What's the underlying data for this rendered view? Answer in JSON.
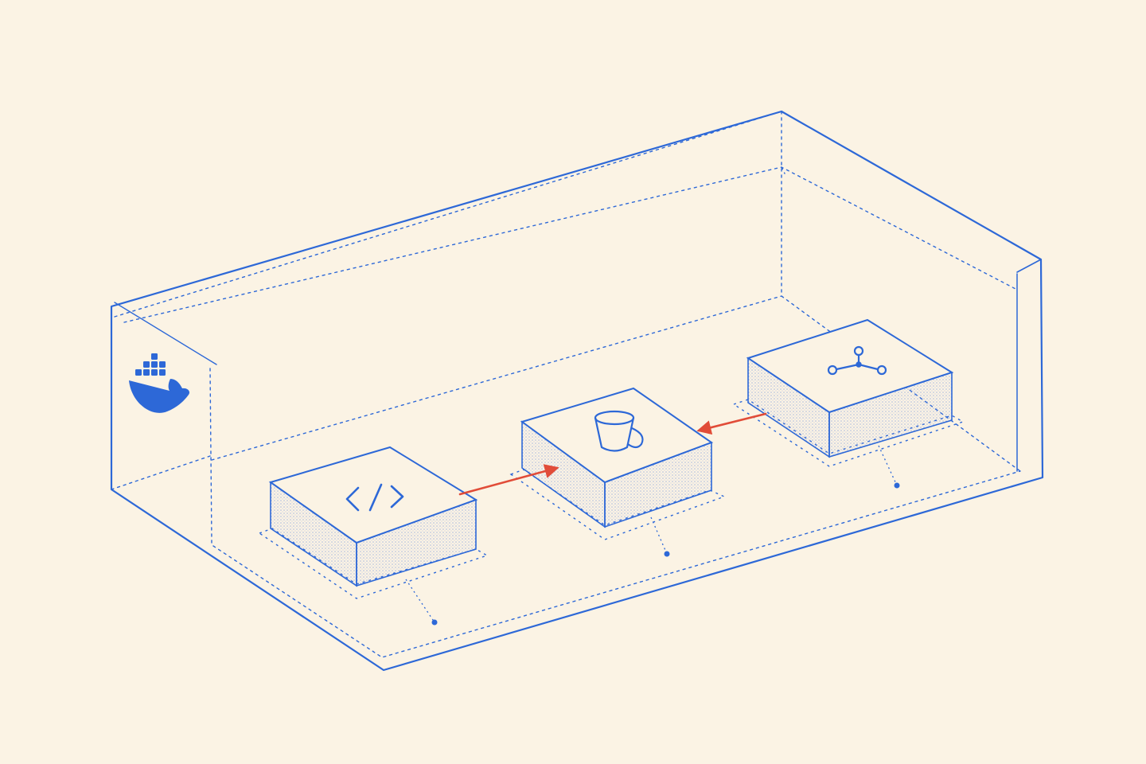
{
  "colors": {
    "background": "#FBF3E4",
    "line": "#2D68D7",
    "dots": "#5D7FD8",
    "accent": "#E14C38"
  },
  "icons": {
    "brand": "docker-whale-icon",
    "code": "code-brackets-icon",
    "storage": "bucket-icon",
    "graph": "graph-nodes-icon"
  },
  "connections": [
    {
      "from": "code-block",
      "to": "storage-block"
    },
    {
      "from": "graph-block",
      "to": "storage-block"
    }
  ]
}
